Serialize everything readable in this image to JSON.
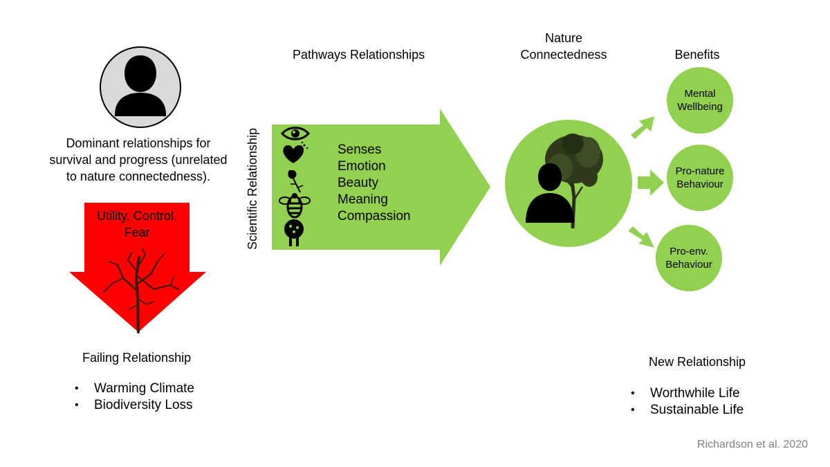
{
  "colors": {
    "green": "#92d050",
    "red": "#ff0000",
    "avatar_bg": "#d9d9d9",
    "icon_dark": "#000000",
    "credit_gray": "#7f7f7f"
  },
  "left": {
    "dominant_text": "Dominant relationships for survival and progress (unrelated to nature connectedness).",
    "arrow_label": "Utility, Control, Fear",
    "failing_heading": "Failing Relationship",
    "failing_items": [
      "Warming Climate",
      "Biodiversity Loss"
    ]
  },
  "middle": {
    "pathways_heading": "Pathways Relationships",
    "vertical_label": "Scientific Relationship",
    "pathways": [
      "Senses",
      "Emotion",
      "Beauty",
      "Meaning",
      "Compassion"
    ],
    "pathway_icons": [
      "eye-icon",
      "heart-icon",
      "rose-icon",
      "bee-icon",
      "tree-icon"
    ]
  },
  "connectedness": {
    "heading": "Nature Connectedness"
  },
  "benefits": {
    "heading": "Benefits",
    "items": [
      "Mental Wellbeing",
      "Pro-nature Behaviour",
      "Pro-env. Behaviour"
    ]
  },
  "right": {
    "new_heading": "New Relationship",
    "new_items": [
      "Worthwhile Life",
      "Sustainable Life"
    ]
  },
  "credit": "Richardson et al. 2020"
}
